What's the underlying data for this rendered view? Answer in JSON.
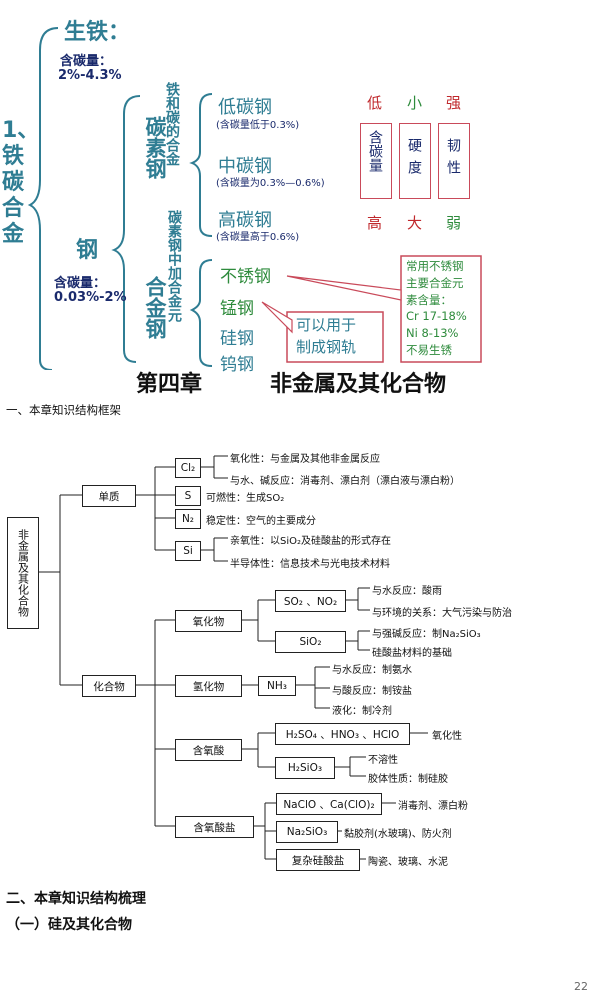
{
  "top": {
    "main_title": "1、铁碳合金",
    "pig_iron": {
      "label": "生铁：",
      "carbon_label": "含碳量：",
      "carbon_range": "2%-4.3%"
    },
    "steel": {
      "label": "钢",
      "carbon_label": "含碳量：",
      "carbon_range": "0.03%-2%"
    },
    "carbon_steel": "碳素钢",
    "carbon_steel_desc": "铁和碳的合金",
    "alloy_steel": "合金钢",
    "alloy_steel_desc": "碳素钢中加合金元",
    "low": {
      "name": "低碳钢",
      "note": "(含碳量低于0.3%)"
    },
    "mid": {
      "name": "中碳钢",
      "note": "(含碳量为0.3%—0.6%)"
    },
    "high": {
      "name": "高碳钢",
      "note": "(含碳量高于0.6%)"
    },
    "props": {
      "top_row": [
        "低",
        "小",
        "强"
      ],
      "cols": [
        "含碳量",
        "硬度",
        "韧性"
      ],
      "bottom_row": [
        "高",
        "大",
        "弱"
      ]
    },
    "stainless": "不锈钢",
    "manganese": "锰钢",
    "silicon": "硅钢",
    "tungsten": "钨钢",
    "callout_stainless": [
      "常用不锈钢",
      "主要合金元",
      "素含量：",
      "Cr 17-18%",
      "Ni 8-13%",
      "不易生锈"
    ],
    "callout_rail": [
      "可以用于",
      "制成钢轨"
    ]
  },
  "chapter": {
    "num": "第四章",
    "title": "非金属及其化合物"
  },
  "section1": "一、本章知识结构框架",
  "diagram": {
    "root": "非金属及其化合物",
    "elemental": "单质",
    "compounds": "化合物",
    "cl2": "Cl₂",
    "cl2_oxid": "氧化性：与金属及其他非金属反应",
    "cl2_water": "与水、碱反应：消毒剂、漂白剂（漂白液与漂白粉）",
    "s": "S",
    "s_note": "可燃性：生成SO₂",
    "n2": "N₂",
    "n2_note": "稳定性：空气的主要成分",
    "si": "Si",
    "si_note1": "亲氧性：以SiO₂及硅酸盐的形式存在",
    "si_note2": "半导体性：信息技术与光电技术材料",
    "oxides": "氧化物",
    "so2no2": "SO₂ 、NO₂",
    "so2_note1": "与水反应：酸雨",
    "so2_note2": "与环境的关系：大气污染与防治",
    "sio2": "SiO₂",
    "sio2_note1": "与强碱反应：制Na₂SiO₃",
    "sio2_note2": "硅酸盐材料的基础",
    "hydrides": "氢化物",
    "nh3": "NH₃",
    "nh3_note1": "与水反应：制氨水",
    "nh3_note2": "与酸反应：制铵盐",
    "nh3_note3": "液化：制冷剂",
    "oxyacids": "含氧酸",
    "acids": "H₂SO₄ 、HNO₃ 、HClO",
    "acids_note": "氧化性",
    "h2sio3": "H₂SiO₃",
    "h2sio3_note1": "不溶性",
    "h2sio3_note2": "胶体性质：制硅胶",
    "oxysalts": "含氧酸盐",
    "naclo": "NaClO 、Ca(ClO)₂",
    "naclo_note": "消毒剂、漂白粉",
    "na2sio3": "Na₂SiO₃",
    "na2sio3_note": "黏胶剂(水玻璃)、防火剂",
    "silicates": "复杂硅酸盐",
    "silicates_note": "陶瓷、玻璃、水泥"
  },
  "section2": "二、本章知识结构梳理",
  "subsection": "（一）硅及其化合物",
  "page_number": "22"
}
